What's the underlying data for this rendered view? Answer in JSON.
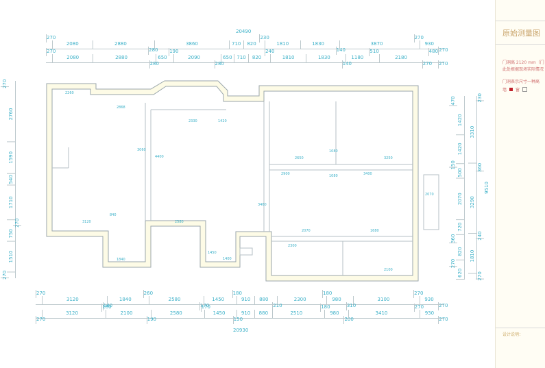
{
  "drawing": {
    "top_total": "20490",
    "top_row1": [
      "270",
      "2080",
      "2880",
      "280",
      "3860",
      "710",
      "820",
      "230",
      "1810",
      "1830",
      "140",
      "3870",
      "270",
      "930",
      "270"
    ],
    "top_row2": [
      "270",
      "2080",
      "2880",
      "280",
      "650",
      "190",
      "2090",
      "280",
      "650",
      "710",
      "820",
      "240",
      "1810",
      "1830",
      "140",
      "1180",
      "510",
      "2180",
      "270",
      "480",
      "270"
    ],
    "bottom_row1": [
      "270",
      "3120",
      "180",
      "1840",
      "260",
      "2580",
      "170",
      "1450",
      "180",
      "910",
      "880",
      "210",
      "2300",
      "180",
      "980",
      "310",
      "3100",
      "270",
      "930",
      "270"
    ],
    "bottom_row2": [
      "270",
      "3120",
      "180",
      "2100",
      "190",
      "2580",
      "170",
      "1450",
      "150",
      "910",
      "880",
      "2510",
      "180",
      "980",
      "200",
      "3410",
      "270",
      "930",
      "270"
    ],
    "bottom_total": "20930",
    "right_outer": [
      "230",
      "3310",
      "360",
      "3290",
      "240",
      "1810",
      "270"
    ],
    "right_inner": [
      "470",
      "1420",
      "1420",
      "150",
      "500",
      "2070",
      "720",
      "360",
      "820",
      "270",
      "620"
    ],
    "right_total": "9510",
    "left_outer": [
      "270",
      "2760",
      "1590",
      "540",
      "1710",
      "270",
      "750",
      "1510",
      "270"
    ],
    "interior_dims": [
      "2260",
      "2868",
      "2330",
      "1420",
      "3060",
      "4400",
      "3120",
      "840",
      "2580",
      "1450",
      "1840",
      "1400",
      "2900",
      "3400",
      "2650",
      "3250",
      "1080",
      "1080",
      "2070",
      "1680",
      "2300",
      "2100",
      "3460",
      "2070"
    ]
  },
  "title_block": {
    "title": "原始测量图",
    "note1": "门洞高 2120 mm（门",
    "note2": "此处根据现场实际情况",
    "note3": "门洞表示尺寸一种高",
    "legend_wall": "墙",
    "legend_window": "窗",
    "footer": "设计说明："
  }
}
